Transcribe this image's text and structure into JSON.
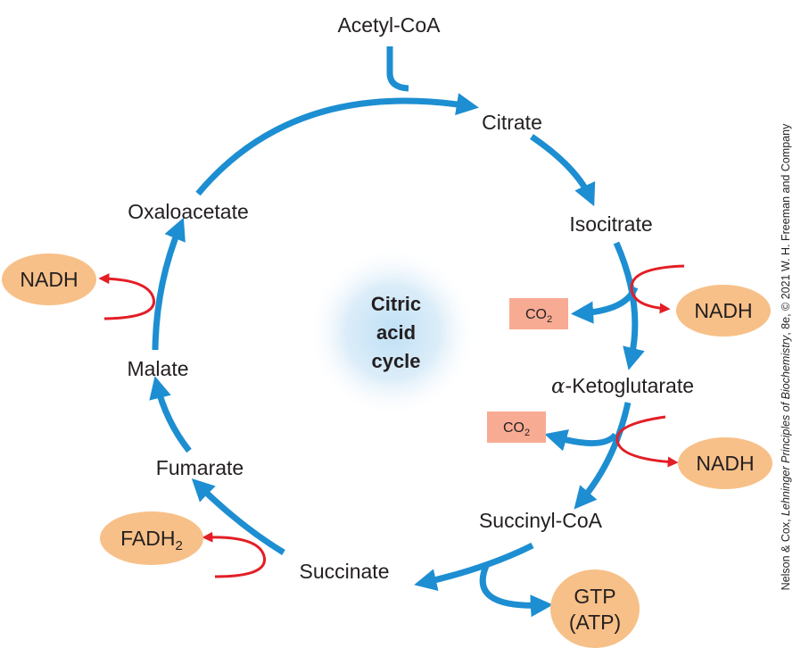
{
  "title": "Citric acid cycle",
  "center_lines": [
    "Citric",
    "acid",
    "cycle"
  ],
  "input": "Acetyl-CoA",
  "intermediates": {
    "citrate": "Citrate",
    "isocitrate": "Isocitrate",
    "ketoglutarate_prefix": "α",
    "ketoglutarate_suffix": "-Ketoglutarate",
    "succinyl_coa": "Succinyl-CoA",
    "succinate": "Succinate",
    "fumarate": "Fumarate",
    "malate": "Malate",
    "oxaloacetate": "Oxaloacetate"
  },
  "products": {
    "nadh": "NADH",
    "co2_base": "CO",
    "co2_sub": "2",
    "fadh2_base": "FADH",
    "fadh2_sub": "2",
    "gtp": "GTP",
    "atp": "(ATP)"
  },
  "credit": {
    "part1": "Nelson & Cox, ",
    "book": "Lehninger Principles of Biochemistry",
    "part2": ", 8e, © 2021 W. H. Freeman and Company"
  },
  "colors": {
    "arrow_blue": "#1d8ed1",
    "cofactor_red": "#e31e26",
    "product_oval": "#f7c088",
    "co2_box": "#f8ab93",
    "center_glow": "#bfe0f5"
  }
}
